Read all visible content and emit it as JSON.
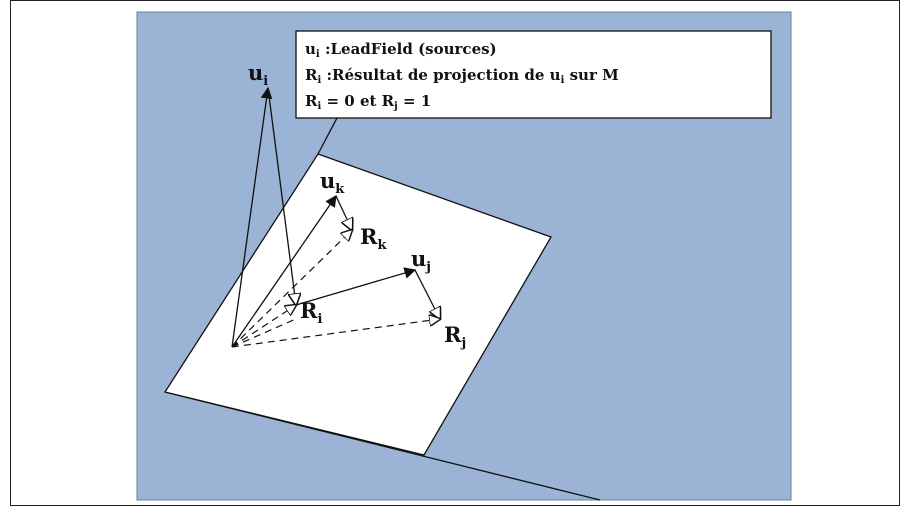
{
  "colors": {
    "background_plane": "#9bb3d4",
    "projection_plane": "#ffffff",
    "ink": "#111111"
  },
  "legend": {
    "line1": {
      "symbol": "u",
      "sub": "i",
      "text": " :LeadField (sources)"
    },
    "line2": {
      "symbol": "R",
      "sub": "i",
      "text": " :Résultat de projection de u",
      "sub2": "i",
      "text2": " sur M"
    },
    "line3": {
      "a": "R",
      "a_sub": "i",
      "a_val": " = 0 et ",
      "b": "R",
      "b_sub": "j",
      "b_val": " = 1"
    }
  },
  "vectors": {
    "u_i": {
      "symbol": "u",
      "sub": "i"
    },
    "u_k": {
      "symbol": "u",
      "sub": "k"
    },
    "u_j": {
      "symbol": "u",
      "sub": "j"
    },
    "R_k": {
      "symbol": "R",
      "sub": "k"
    },
    "R_i": {
      "symbol": "R",
      "sub": "i"
    },
    "R_j": {
      "symbol": "R",
      "sub": "j"
    }
  }
}
